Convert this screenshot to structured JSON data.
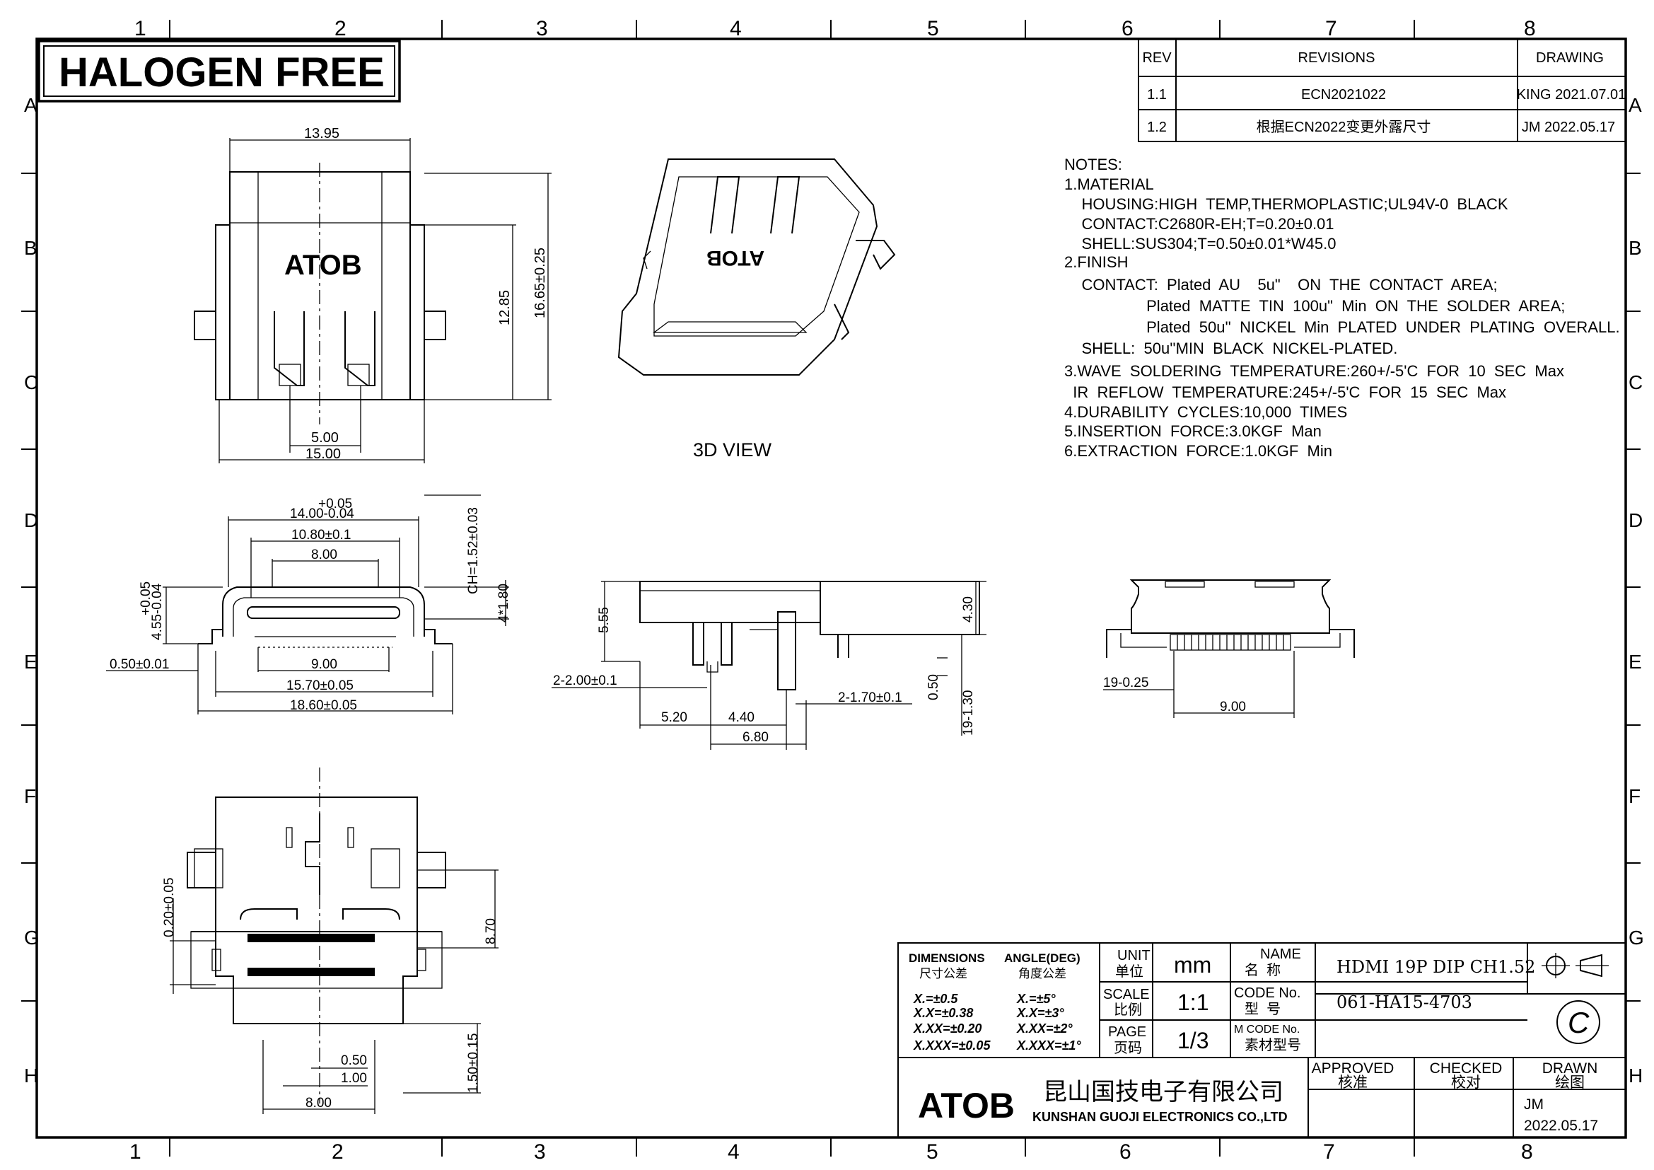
{
  "frame": {
    "col_labels": [
      "1",
      "2",
      "3",
      "4",
      "5",
      "6",
      "7",
      "8"
    ],
    "row_labels": [
      "A",
      "B",
      "C",
      "D",
      "E",
      "F",
      "G",
      "H"
    ]
  },
  "halogen_label": "HALOGEN FREE",
  "revisions": {
    "headers": {
      "rev": "REV",
      "revisions": "REVISIONS",
      "drawing": "DRAWING"
    },
    "rows": [
      {
        "rev": "1.1",
        "desc": "ECN2021022",
        "drawing": "KING  2021.07.01"
      },
      {
        "rev": "1.2",
        "desc": "根据ECN2022变更外露尺寸",
        "drawing": "JM  2022.05.17"
      }
    ]
  },
  "notes": {
    "lines": [
      "NOTES:",
      "1.MATERIAL",
      "    HOUSING:HIGH  TEMP,THERMOPLASTIC;UL94V-0  BLACK",
      "    CONTACT:C2680R-EH;T=0.20±0.01",
      "    SHELL:SUS304;T=0.50±0.01*W45.0",
      "2.FINISH",
      "    CONTACT:  Plated  AU    5u\"    ON  THE  CONTACT  AREA;",
      "                   Plated  MATTE  TIN  100u\"  Min  ON  THE  SOLDER  AREA;",
      "                   Plated  50u''  NICKEL  Min  PLATED  UNDER  PLATING  OVERALL.",
      "    SHELL:  50u''MIN  BLACK  NICKEL-PLATED.",
      "3.WAVE  SOLDERING  TEMPERATURE:260+/-5'C  FOR  10  SEC  Max",
      "  IR  REFLOW  TEMPERATURE:245+/-5'C  FOR  15  SEC  Max",
      "4.DURABILITY  CYCLES:10,000  TIMES",
      "5.INSERTION  FORCE:3.0KGF  Man",
      "6.EXTRACTION  FORCE:1.0KGF  Min"
    ]
  },
  "view_3d_label": "3D VIEW",
  "part_marking": "ATOB",
  "dimensions": {
    "top_width": "13.95",
    "height_main": "16.65±0.25",
    "height_inner": "12.85",
    "pin_pitch": "5.00",
    "bottom_width": "15.00",
    "front_tol_plus": "+0.05",
    "front_width": "14.00-0.04",
    "front_opening": "10.80±0.1",
    "front_inner": "8.00",
    "chamfer": "CH=1.52±0.03",
    "front_height": "4*1.80",
    "left_tol_plus": "+0.05",
    "left_height": "4.55-0.04",
    "shell_thickness": "0.50±0.01",
    "pin_span": "9.00",
    "tab_span": "15.70±0.05",
    "overall_span": "18.60±0.05",
    "side_height": "5.55",
    "side_body": "4.30",
    "side_hole": "2-2.00±0.1",
    "side_pin_a": "5.20",
    "side_pin_b": "4.40",
    "side_pin_c": "6.80",
    "side_hole_b": "2-1.70±0.1",
    "side_small": "0.50",
    "side_leg": "19-1.30",
    "rear_pins": "19-0.25",
    "rear_span": "9.00",
    "pcb_tol": "0.20±0.05",
    "pcb_depth": "8.70",
    "pcb_pin_h": "1.50±0.15",
    "pcb_small": "0.50",
    "pcb_pitch": "1.00",
    "pcb_width": "8.00"
  },
  "title_block": {
    "tol_header_en": "DIMENSIONS",
    "tol_header_cn": "尺寸公差",
    "angle_header_en": "ANGLE(DEG)",
    "angle_header_cn": "角度公差",
    "tol_rows": [
      "X.=±0.5",
      "X.X=±0.38",
      "X.XX=±0.20",
      "X.XXX=±0.05"
    ],
    "angle_rows": [
      "X.=±5°",
      "X.X=±3°",
      "X.XX=±2°",
      "X.XXX=±1°"
    ],
    "unit_label_en": "UNIT",
    "unit_label_cn": "单位",
    "unit_value": "mm",
    "scale_label_en": "SCALE",
    "scale_label_cn": "比例",
    "scale_value": "1:1",
    "page_label_en": "PAGE",
    "page_label_cn": "页码",
    "page_value": "1/3",
    "name_label_en": "NAME",
    "name_label_cn": "名  称",
    "name_value": "HDMI 19P DIP CH1.52",
    "code_label_en": "CODE No.",
    "code_label_cn": "型  号",
    "code_value": "061-HA15-4703",
    "mcode_label_en": "M CODE No.",
    "mcode_label_cn": "素材型号",
    "copyright_symbol": "C",
    "company_logo": "ATOB",
    "company_cn": "昆山国技电子有限公司",
    "company_en": "KUNSHAN GUOJI ELECTRONICS CO.,LTD",
    "approved_en": "APPROVED",
    "approved_cn": "核准",
    "checked_en": "CHECKED",
    "checked_cn": "校对",
    "drawn_en": "DRAWN",
    "drawn_cn": "绘图",
    "drawn_by": "JM",
    "drawn_date": "2022.05.17"
  }
}
